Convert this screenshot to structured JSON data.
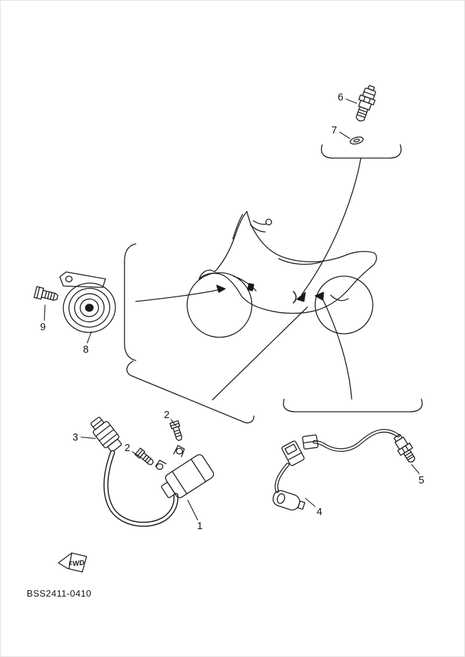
{
  "diagram": {
    "code": "BSS2411-0410",
    "fwd_label": "FWD"
  },
  "labels": {
    "part1": "1",
    "part2": "2",
    "part3": "3",
    "part4": "4",
    "part5": "5",
    "part6": "6",
    "part7": "7",
    "part8": "8",
    "part9": "9"
  },
  "colors": {
    "line": "#1a1a1a",
    "background": "#ffffff"
  }
}
